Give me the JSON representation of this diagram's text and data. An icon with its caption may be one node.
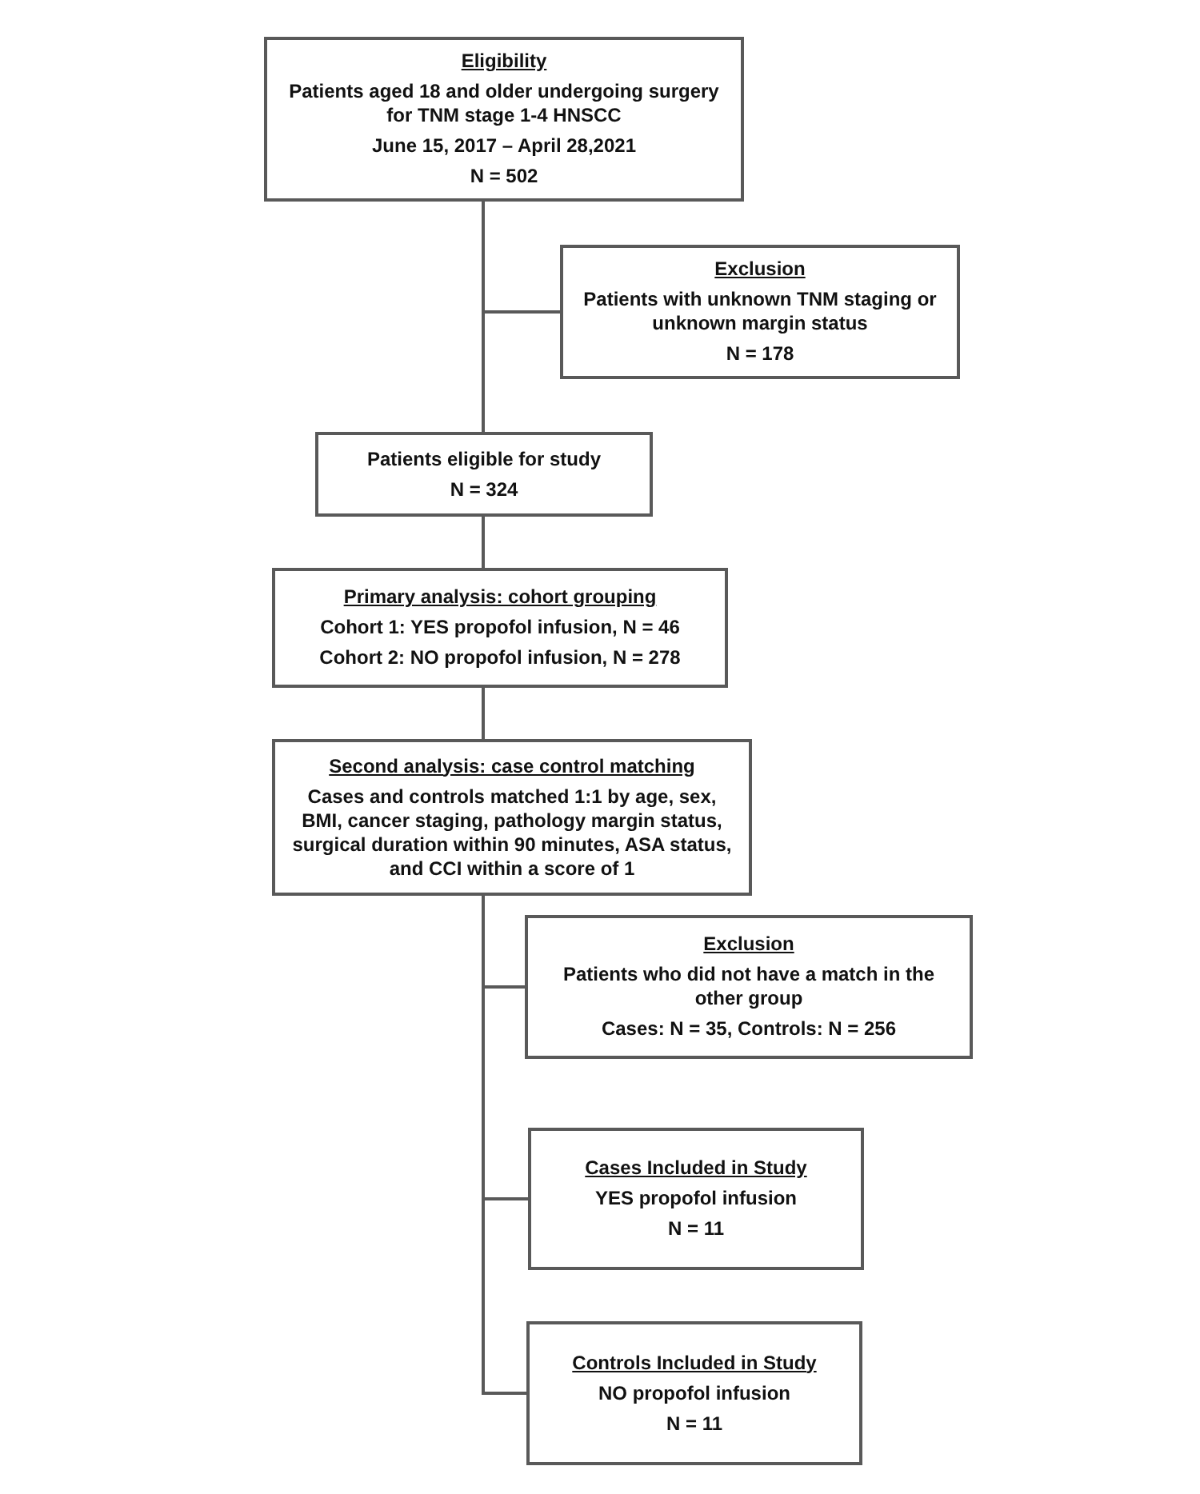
{
  "diagram": {
    "nodes": [
      {
        "text": [
          "Eligibility",
          "Patients aged 18 and older undergoing surgery for TNM stage 1-4 HNSCC",
          "June 15, 2017 – April 28,2021",
          "N = 502"
        ]
      },
      {
        "text": [
          "Exclusion",
          "Patients with unknown TNM staging or unknown margin status",
          "N = 178"
        ]
      },
      {
        "text": [
          "Patients eligible for study",
          "N = 324"
        ]
      },
      {
        "text": [
          "Primary analysis: cohort grouping",
          "Cohort 1: YES propofol infusion, N = 46",
          "Cohort 2: NO propofol infusion, N = 278"
        ]
      },
      {
        "text": [
          "Second analysis: case control matching",
          "Cases and controls matched 1:1 by age, sex, BMI, cancer staging, pathology margin status, surgical duration within 90 minutes, ASA status, and CCI within a score of 1"
        ]
      },
      {
        "text": [
          "Exclusion",
          "Patients who did not have a match in the other group",
          "Cases: N = 35, Controls: N = 256"
        ]
      },
      {
        "text": [
          "Cases Included in Study",
          "YES propofol infusion",
          "N = 11"
        ]
      },
      {
        "text": [
          "Controls Included in Study",
          "NO propofol infusion",
          "N = 11"
        ]
      }
    ],
    "edges": [
      {
        "from": 0,
        "to": 1,
        "arrow": "none"
      },
      {
        "from": 0,
        "to": 2,
        "arrow": "none"
      },
      {
        "from": 2,
        "to": 3,
        "arrow": "none"
      },
      {
        "from": 3,
        "to": 4,
        "arrow": "none"
      },
      {
        "from": 4,
        "to": 5,
        "arrow": "none"
      },
      {
        "from": 4,
        "to": 6,
        "arrow": "none"
      },
      {
        "from": 4,
        "to": 7,
        "arrow": "none"
      }
    ]
  }
}
